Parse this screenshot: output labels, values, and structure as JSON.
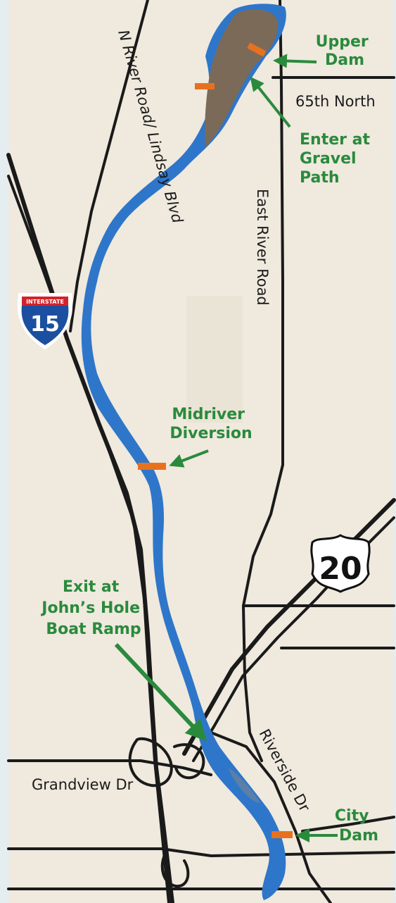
{
  "colors": {
    "frame": "#e4eef0",
    "land": "#efe9de",
    "river": "#2e76c9",
    "reservoir": "#7b6a58",
    "road": "#1a1a1a",
    "dam": "#e8711f",
    "annotation": "#2a8a3c",
    "interstate_blue": "#1c4fa0",
    "interstate_red": "#d2232a"
  },
  "roads": {
    "n_river_road": "N River Road/ Lindsay Blvd",
    "east_river_road": "East River Road",
    "sixty_fifth_north": "65th North",
    "grandview_dr": "Grandview Dr",
    "riverside_dr": "Riverside Dr"
  },
  "shields": {
    "interstate": {
      "banner": "INTERSTATE",
      "number": "15",
      "icon": "interstate-shield-icon"
    },
    "us_route": {
      "number": "20",
      "icon": "us-route-shield-icon"
    }
  },
  "annotations": {
    "upper_dam": [
      "Upper",
      "Dam"
    ],
    "enter_gravel_path": [
      "Enter at",
      "Gravel",
      "Path"
    ],
    "midriver_diversion": [
      "Midriver",
      "Diversion"
    ],
    "exit_johns_hole": [
      "Exit at",
      "John’s Hole",
      "Boat Ramp"
    ],
    "city_dam": [
      "City",
      "Dam"
    ]
  }
}
